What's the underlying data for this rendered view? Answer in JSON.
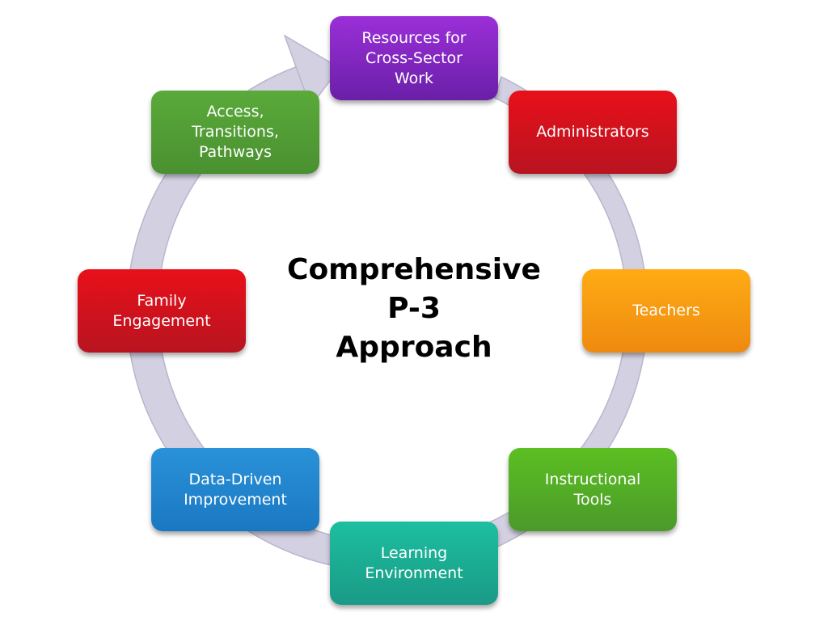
{
  "center": {
    "title": "Comprehensive\nP-3\nApproach"
  },
  "nodes": [
    {
      "id": "resources",
      "label": "Resources for\nCross-Sector\nWork",
      "color_top": "#9b2fd8",
      "color_bottom": "#6a1fa8"
    },
    {
      "id": "administrators",
      "label": "Administrators",
      "color_top": "#e8101a",
      "color_bottom": "#b81420"
    },
    {
      "id": "teachers",
      "label": "Teachers",
      "color_top": "#ffab14",
      "color_bottom": "#ee8a10"
    },
    {
      "id": "instructional-tools",
      "label": "Instructional\nTools",
      "color_top": "#5cbf22",
      "color_bottom": "#4a9a2a"
    },
    {
      "id": "learning-environment",
      "label": "Learning\nEnvironment",
      "color_top": "#1cbfa0",
      "color_bottom": "#1a9a86"
    },
    {
      "id": "data-driven",
      "label": "Data-Driven\nImprovement",
      "color_top": "#2a92d8",
      "color_bottom": "#1a78c2"
    },
    {
      "id": "family-engagement",
      "label": "Family\nEngagement",
      "color_top": "#e8101a",
      "color_bottom": "#b81420"
    },
    {
      "id": "access-transitions",
      "label": "Access,\nTransitions,\nPathways",
      "color_top": "#5aaa3a",
      "color_bottom": "#4a9030"
    }
  ],
  "ring": {
    "color": "#d3d0e2",
    "edge_color": "#b9b6cc"
  }
}
